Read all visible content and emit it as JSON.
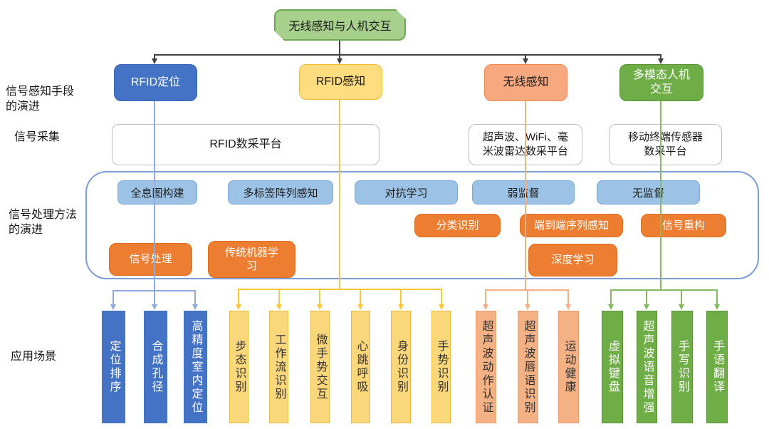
{
  "root": {
    "label": "无线感知与人机交互"
  },
  "side_labels": {
    "sensing_evolution": "信号感知手段\n的演进",
    "signal_collection": "信号采集",
    "processing_evolution": "信号处理方法\n的演进",
    "application_scenarios": "应用场景"
  },
  "branches": [
    {
      "label": "RFID定位"
    },
    {
      "label": "RFID感知"
    },
    {
      "label": "无线感知"
    },
    {
      "label": "多模态人机\n交互"
    }
  ],
  "platforms": [
    {
      "label": "RFID数采平台"
    },
    {
      "label": "超声波、WiFi、毫\n米波雷达数采平台"
    },
    {
      "label": "移动终端传感器\n数采平台"
    }
  ],
  "methods": {
    "blue": [
      "全息图构建",
      "多标签阵列感知",
      "对抗学习",
      "弱监督",
      "无监督"
    ],
    "orange": [
      "信号处理",
      "传统机器学\n习",
      "分类识别",
      "端到端序列感知",
      "深度学习",
      "信号重构"
    ]
  },
  "applications": {
    "rfid_positioning": [
      "定位排序",
      "合成孔径",
      "高精度室内定位"
    ],
    "rfid_sensing": [
      "步态识别",
      "工作流识别",
      "微手势交互",
      "心跳呼吸",
      "身份识别",
      "手势识别"
    ],
    "wireless_sensing": [
      "超声波动作认证",
      "超声波唇语识别",
      "运动健康"
    ],
    "multimodal_hci": [
      "虚拟键盘",
      "超声波语音增强",
      "手写识别",
      "手语翻译"
    ]
  },
  "colors": {
    "branch_blue": "#4472C4",
    "branch_yellow": "#FFDC7E",
    "branch_salmon": "#F7A87E",
    "branch_green": "#6FAE46",
    "method_blue": "#9CC3E6",
    "method_orange": "#ED7D31",
    "app_yellow": "#FBD77B",
    "app_salmon": "#F4B183",
    "connector_dark": "#404040",
    "connector_blue": "#8FAADC",
    "connector_yellow": "#FFC735",
    "connector_salmon": "#F5AF85",
    "connector_green": "#84BB5C",
    "container_border": "#7C9CD4"
  }
}
